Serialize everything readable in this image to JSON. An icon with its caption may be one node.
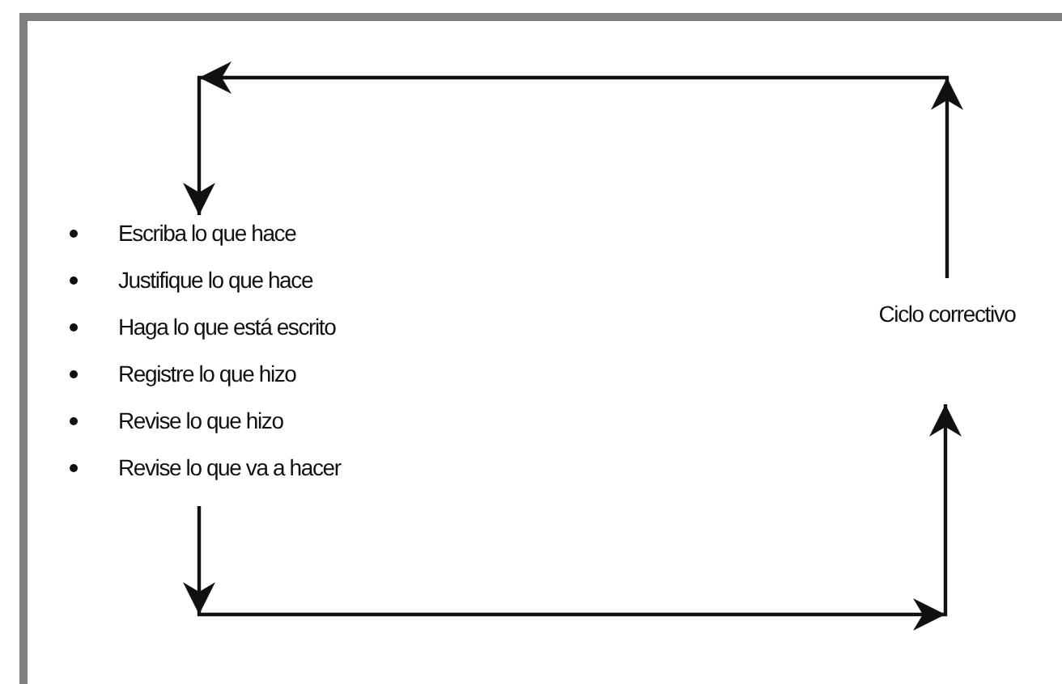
{
  "diagram": {
    "nodes": [
      {
        "text": [
          "Escriba lo que hace",
          "Justifique lo que hace",
          "Haga lo que está escrito",
          "Registre lo que hizo",
          "Revise lo que hizo",
          "Revise lo que va a hacer"
        ]
      },
      {
        "text": [
          "Ciclo correctivo"
        ]
      }
    ],
    "edges": [
      {
        "from": 0,
        "to": 1,
        "arrow": "to"
      },
      {
        "from": 1,
        "to": 0,
        "arrow": "to"
      }
    ]
  }
}
